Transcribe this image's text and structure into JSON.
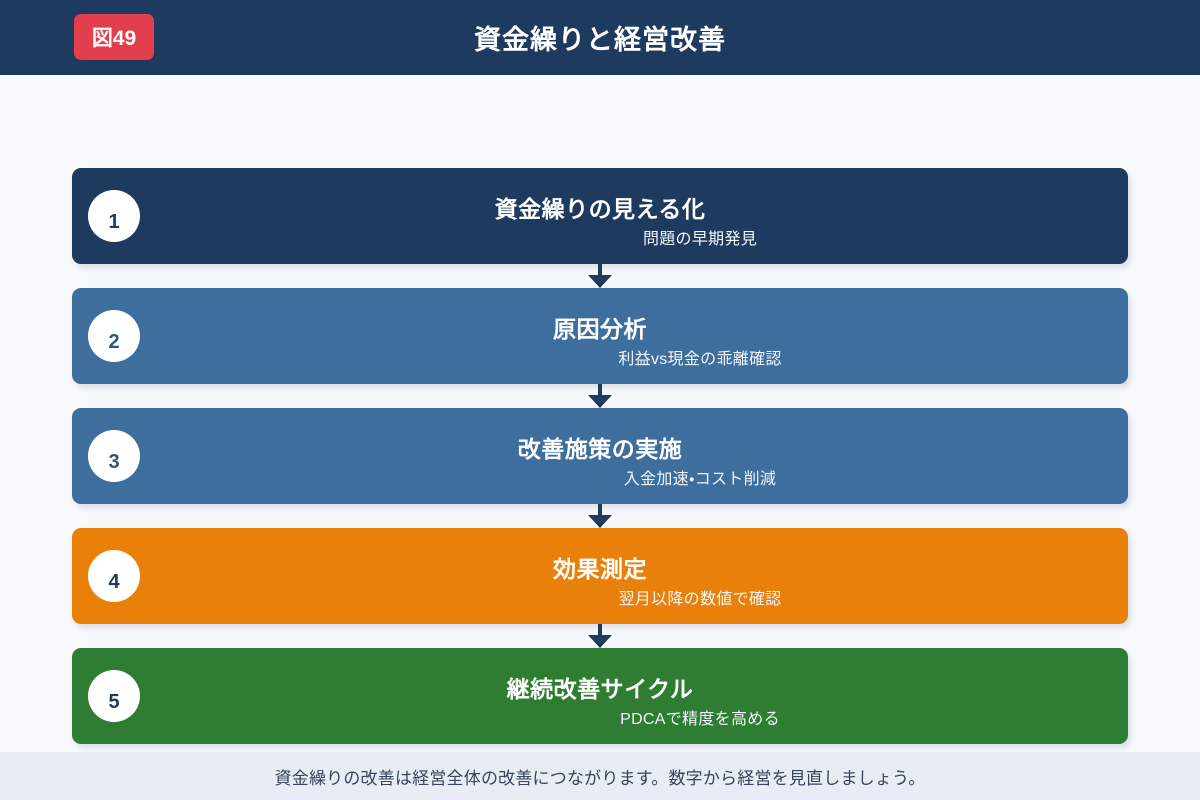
{
  "header": {
    "badge": "図49",
    "title": "資金繰りと経営改善",
    "bg_color": "#1e3a5f",
    "badge_color": "#e33e4d"
  },
  "flow": {
    "steps": [
      {
        "number": "1",
        "title": "資金繰りの見える化",
        "subtitle": "問題の早期発見",
        "color": "#1e3a5f"
      },
      {
        "number": "2",
        "title": "原因分析",
        "subtitle": "利益vs現金の乖離確認",
        "color": "#3d6e9e"
      },
      {
        "number": "3",
        "title": "改善施策の実施",
        "subtitle": "入金加速・コスト削減",
        "color": "#3d6e9e"
      },
      {
        "number": "4",
        "title": "効果測定",
        "subtitle": "翌月以降の数値で確認",
        "color": "#e8800a"
      },
      {
        "number": "5",
        "title": "継続改善サイクル",
        "subtitle": "PDCAで精度を高める",
        "color": "#2e7d32"
      }
    ],
    "arrow_color": "#1e3a5f"
  },
  "footer": {
    "text": "資金繰りの改善は経営全体の改善につながります。数字から経営を見直しましょう。",
    "bg_color": "#e8edf5"
  }
}
